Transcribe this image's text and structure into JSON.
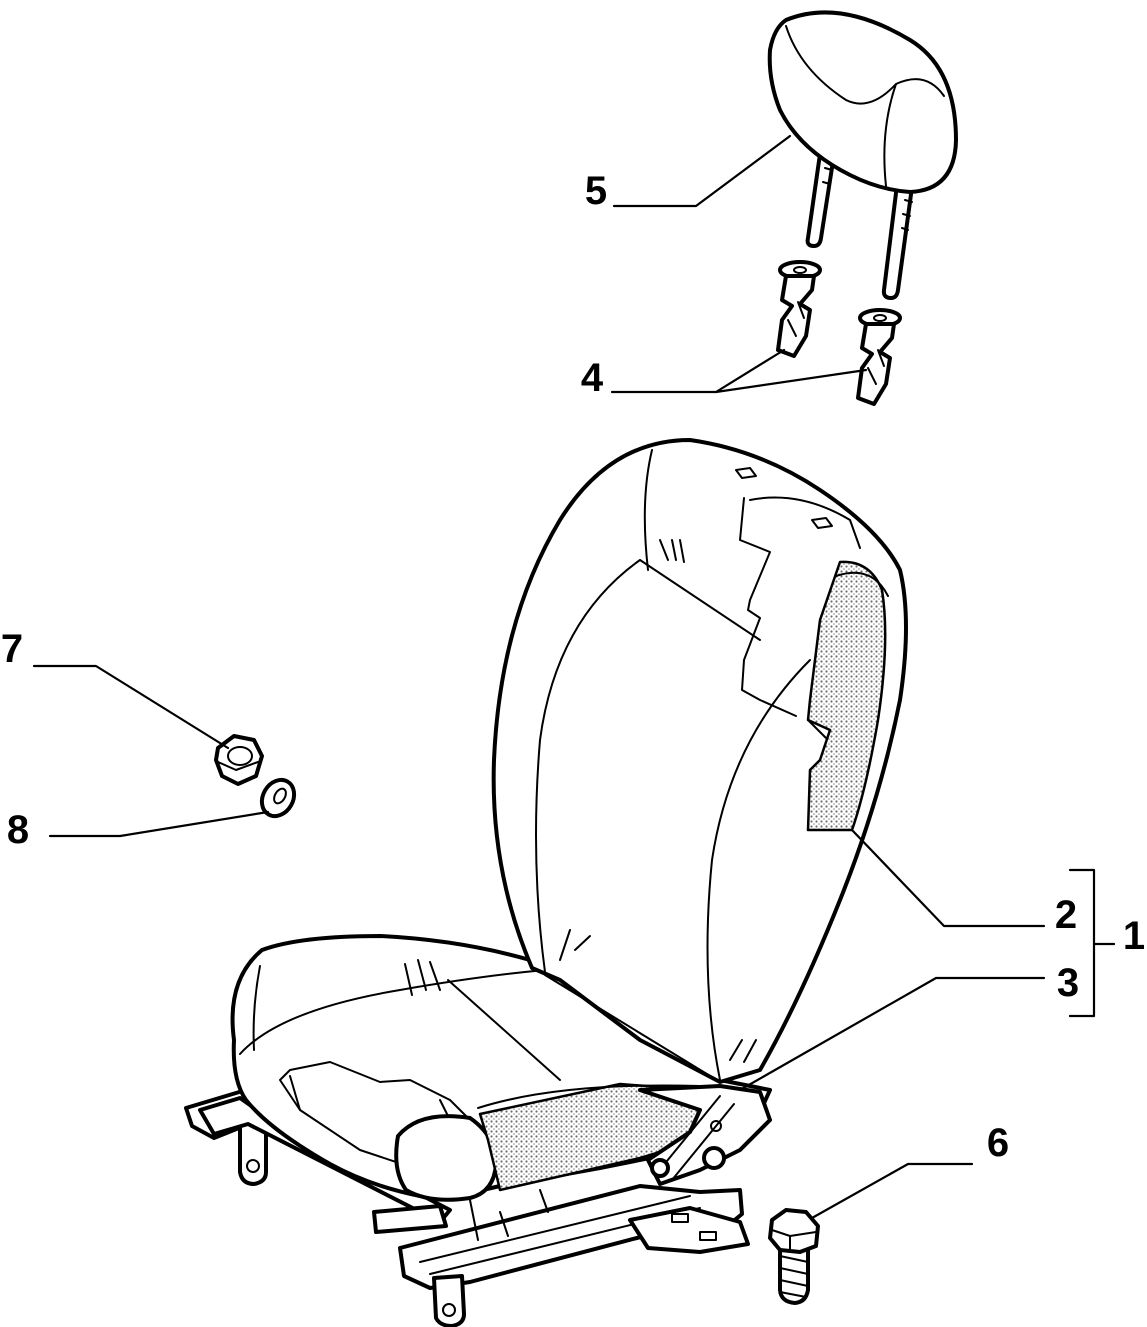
{
  "callouts": {
    "c1": "1",
    "c2": "2",
    "c3": "3",
    "c4": "4",
    "c5": "5",
    "c6": "6",
    "c7": "7",
    "c8": "8"
  },
  "colors": {
    "line": "#000000",
    "background": "#ffffff",
    "shading": "#9a9a9a"
  }
}
